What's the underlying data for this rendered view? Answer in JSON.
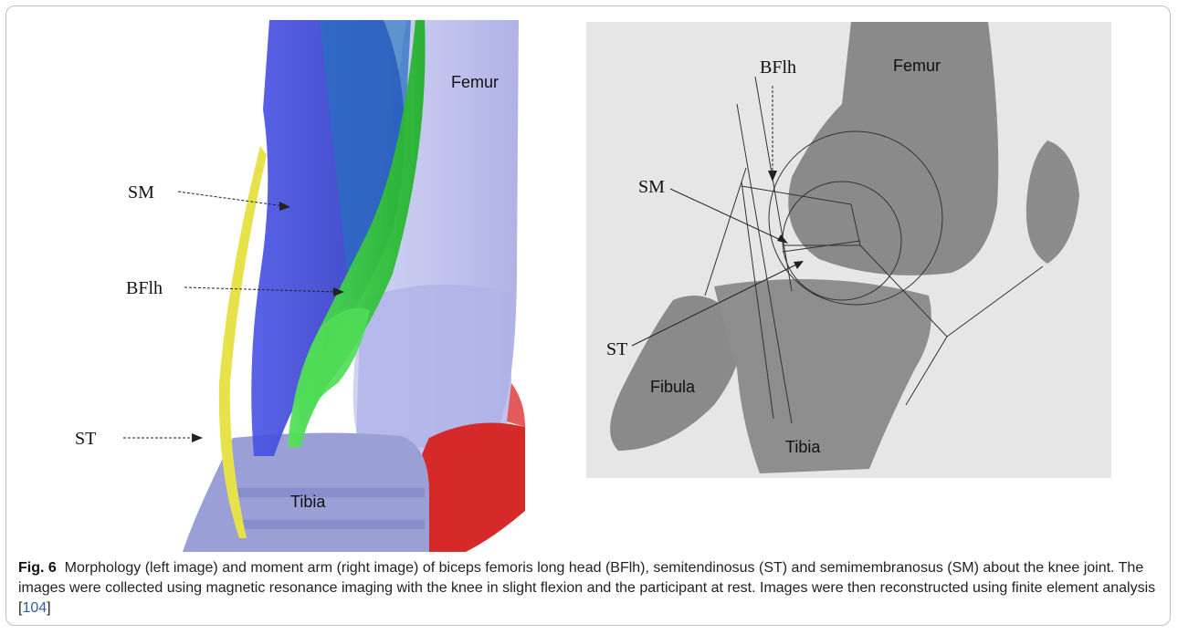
{
  "figure": {
    "number_label": "Fig. 6",
    "caption_text": "Morphology (left image) and moment arm (right image) of biceps femoris long head (BFlh), semitendinosus (ST) and semimembranosus (SM) about the knee joint. The images were collected using magnetic resonance imaging with the knee in slight flexion and the participant at rest. Images were then reconstructed using finite element analysis [",
    "caption_ref": "104",
    "caption_end": "]"
  },
  "left_image": {
    "labels": {
      "sm": "SM",
      "bflh": "BFlh",
      "st": "ST",
      "femur": "Femur",
      "tibia": "Tibia"
    },
    "colors": {
      "sm": "#3c46d8",
      "bflh": "#33d23a",
      "st": "#e8e24a",
      "femur": "#b9bcec",
      "tibia": "#9a9fd6",
      "fibula": "#d62a2a"
    }
  },
  "right_image": {
    "labels": {
      "bflh": "BFlh",
      "sm": "SM",
      "st": "ST",
      "femur": "Femur",
      "fibula": "Fibula",
      "tibia": "Tibia"
    },
    "colors": {
      "bone": "#8a8a8a",
      "background": "#e6e6e6"
    }
  }
}
